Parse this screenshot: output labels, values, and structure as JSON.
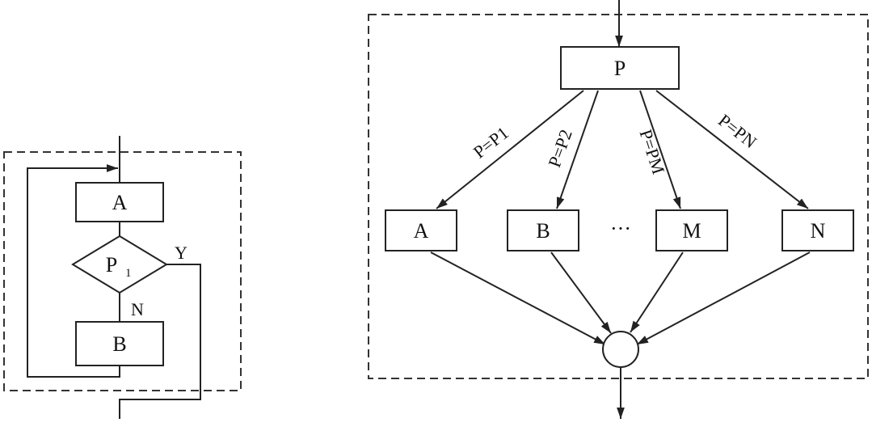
{
  "left_diagram": {
    "block_a": "A",
    "condition": "P",
    "condition_subscript": "1",
    "yes_label": "Y",
    "no_label": "N",
    "block_b": "B"
  },
  "right_diagram": {
    "selector": "P",
    "branches": [
      {
        "label": "A",
        "condition": "P=P1"
      },
      {
        "label": "B",
        "condition": "P=P2"
      },
      {
        "label": "M",
        "condition": "P=PM"
      },
      {
        "label": "N",
        "condition": "P=PN"
      }
    ],
    "ellipsis": "···"
  }
}
